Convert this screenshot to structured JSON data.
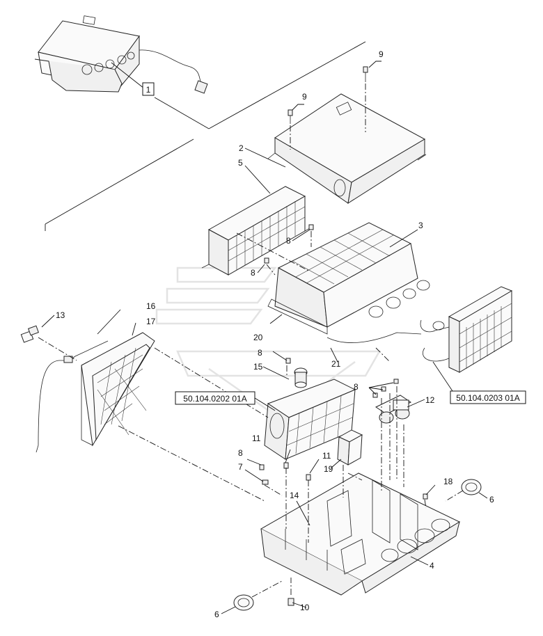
{
  "callouts": [
    {
      "id": "c1",
      "label": "1"
    },
    {
      "id": "c2",
      "label": "2"
    },
    {
      "id": "c3",
      "label": "3"
    },
    {
      "id": "c4",
      "label": "4"
    },
    {
      "id": "c5",
      "label": "5"
    },
    {
      "id": "c6a",
      "label": "6"
    },
    {
      "id": "c6b",
      "label": "6"
    },
    {
      "id": "c7",
      "label": "7"
    },
    {
      "id": "c8a",
      "label": "8"
    },
    {
      "id": "c8b",
      "label": "8"
    },
    {
      "id": "c8c",
      "label": "8"
    },
    {
      "id": "c8d",
      "label": "8"
    },
    {
      "id": "c8e",
      "label": "8"
    },
    {
      "id": "c9a",
      "label": "9"
    },
    {
      "id": "c9b",
      "label": "9"
    },
    {
      "id": "c10",
      "label": "10"
    },
    {
      "id": "c11a",
      "label": "11"
    },
    {
      "id": "c11b",
      "label": "11"
    },
    {
      "id": "c12",
      "label": "12"
    },
    {
      "id": "c13",
      "label": "13"
    },
    {
      "id": "c14",
      "label": "14"
    },
    {
      "id": "c15",
      "label": "15"
    },
    {
      "id": "c16",
      "label": "16"
    },
    {
      "id": "c17",
      "label": "17"
    },
    {
      "id": "c18",
      "label": "18"
    },
    {
      "id": "c19",
      "label": "19"
    },
    {
      "id": "c20",
      "label": "20"
    },
    {
      "id": "c21",
      "label": "21"
    }
  ],
  "references": [
    {
      "id": "ref-blower",
      "label": "50.104.0202 01A"
    },
    {
      "id": "ref-heater",
      "label": "50.104.0203 01A"
    }
  ]
}
